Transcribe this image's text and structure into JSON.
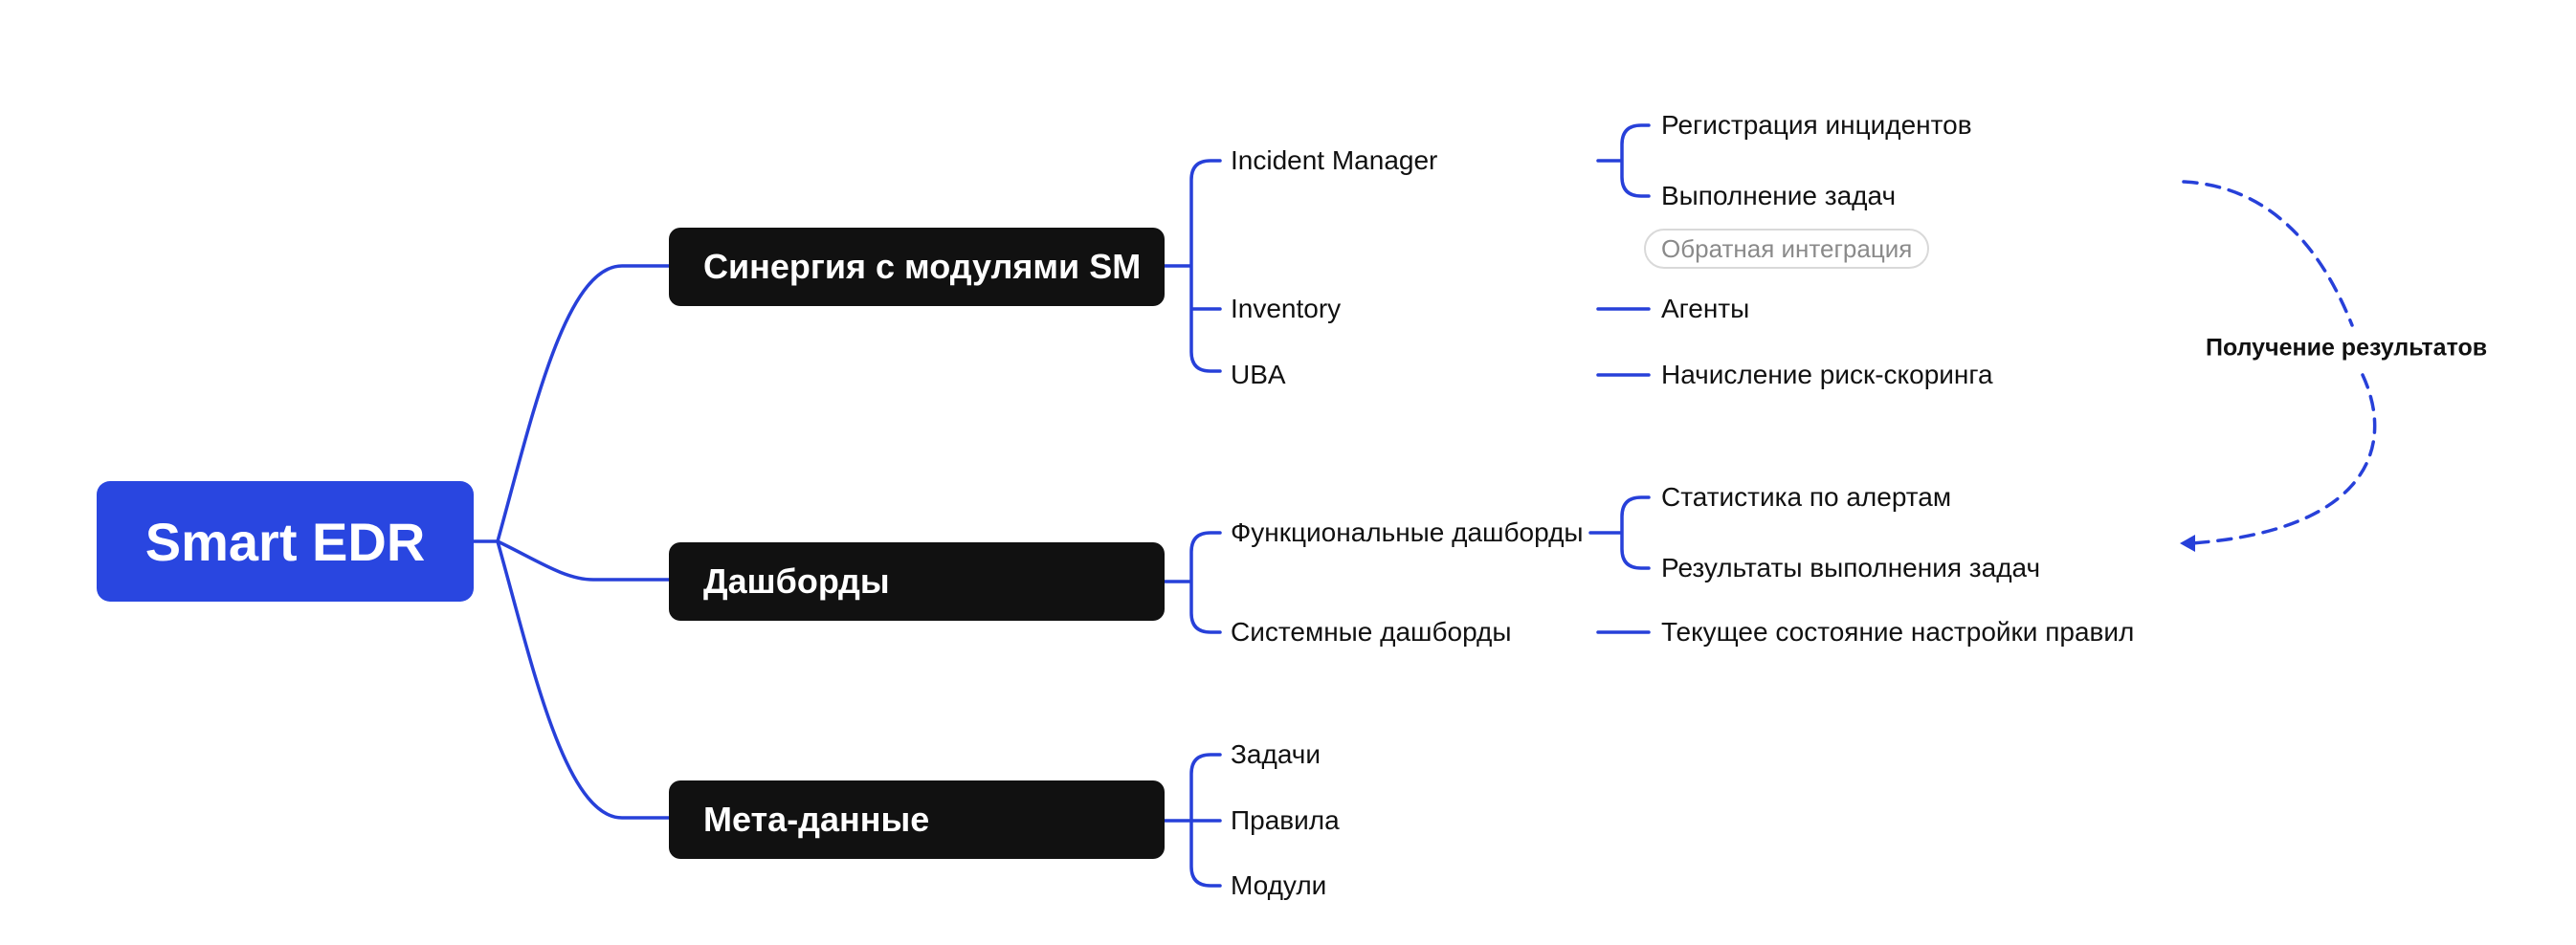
{
  "colors": {
    "accent": "#2946e0",
    "branch_fill": "#111111",
    "connector": "#2740d9",
    "text": "#111111",
    "muted": "#8a8a8a"
  },
  "root": {
    "label": "Smart EDR"
  },
  "branches": [
    {
      "label": "Синергия с модулями SM",
      "children": [
        {
          "label": "Incident Manager",
          "children": [
            "Регистрация инцидентов",
            "Выполнение задач"
          ]
        },
        {
          "label": "Inventory",
          "children": [
            "Агенты"
          ]
        },
        {
          "label": "UBA",
          "children": [
            "Начисление риск-скоринга"
          ]
        }
      ]
    },
    {
      "label": "Дашборды",
      "children": [
        {
          "label": "Функциональные дашборды",
          "children": [
            "Статистика по алертам",
            "Результаты выполнения задач"
          ]
        },
        {
          "label": "Системные дашборды",
          "children": [
            "Текущее состояние настройки правил"
          ]
        }
      ]
    },
    {
      "label": "Мета-данные",
      "children": [
        {
          "label": "Задачи"
        },
        {
          "label": "Правила"
        },
        {
          "label": "Модули"
        }
      ]
    }
  ],
  "feedback_tag": "Обратная интеграция",
  "results_arrow_label": "Получение результатов"
}
